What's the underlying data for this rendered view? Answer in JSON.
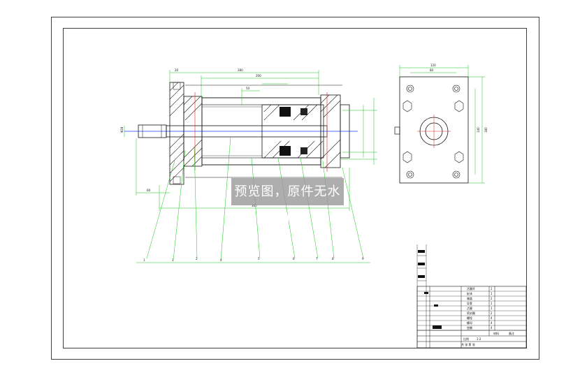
{
  "watermark": {
    "text": "预览图，原件无水印"
  },
  "balloons": [
    "1",
    "3",
    "2",
    "4",
    "5",
    "6",
    "7",
    "8",
    "9"
  ],
  "title_block": {
    "part_rows": [
      {
        "code": "",
        "name": "活塞杆",
        "qty": "1"
      },
      {
        "code": "",
        "name": "缸体",
        "qty": "1"
      },
      {
        "code": "",
        "name": "端盖",
        "qty": "2"
      },
      {
        "code": "",
        "name": "导套",
        "qty": "1"
      },
      {
        "code": "",
        "name": "活塞",
        "qty": "1"
      },
      {
        "code": "",
        "name": "密封圈",
        "qty": "2"
      },
      {
        "code": "",
        "name": "螺栓",
        "qty": "4"
      },
      {
        "code": "",
        "name": "螺母",
        "qty": "4"
      },
      {
        "code": "",
        "name": "垫圈",
        "qty": "4"
      }
    ],
    "scale_label": "比例",
    "scale_value": "1:2",
    "material_label": "材料",
    "note_label": "备注",
    "drawing_label": "共 张 第 张"
  }
}
